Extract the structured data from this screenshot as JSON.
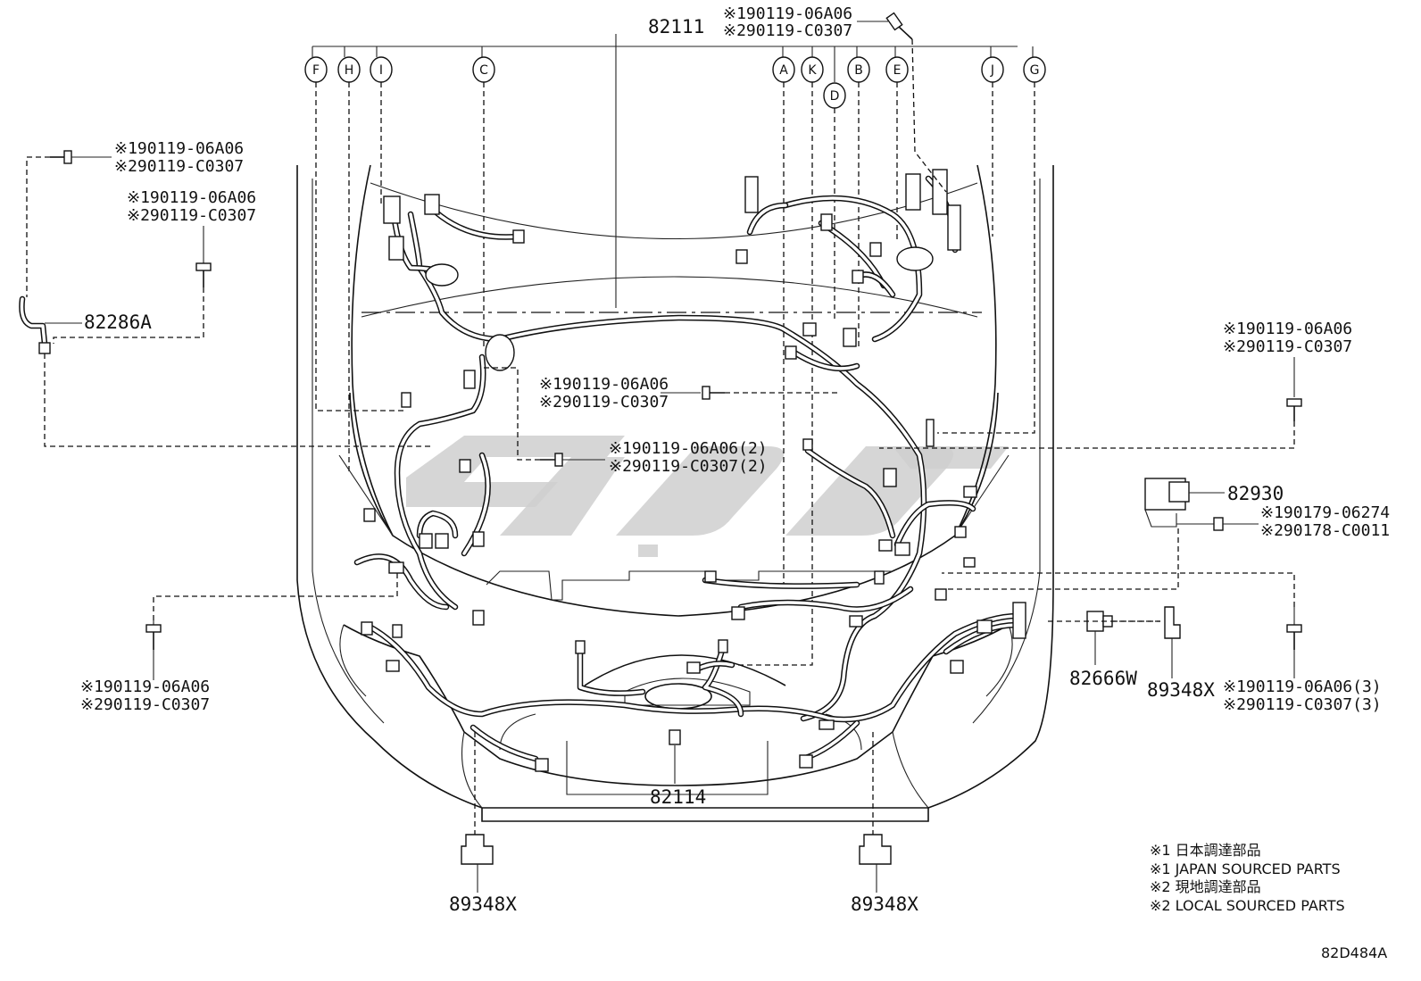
{
  "diagram": {
    "main_part": "82111",
    "callouts": [
      "F",
      "H",
      "I",
      "C",
      "A",
      "K",
      "D",
      "B",
      "E",
      "J",
      "G"
    ],
    "parts": {
      "front_harness": "82114",
      "bracket": "82286A",
      "relay_block": "82930",
      "clip_right": "82666W",
      "clamp_right": "89348X",
      "clamp_left_bottom": "89348X",
      "clamp_right_bottom": "89348X"
    },
    "bolts": {
      "top": [
        "※190119-06A06",
        "※290119-C0307"
      ],
      "left_upper": [
        "※190119-06A06",
        "※290119-C0307"
      ],
      "left_mid": [
        "※190119-06A06",
        "※290119-C0307"
      ],
      "center_upper": [
        "※190119-06A06",
        "※290119-C0307"
      ],
      "center_lower": [
        "※190119-06A06(2)",
        "※290119-C0307(2)"
      ],
      "right_upper": [
        "※190119-06A06",
        "※290119-C0307"
      ],
      "relay_bolt": [
        "※190179-06274",
        "※290178-C0011"
      ],
      "left_lower": [
        "※190119-06A06",
        "※290119-C0307"
      ],
      "right_lower": [
        "※190119-06A06(3)",
        "※290119-C0307(3)"
      ]
    },
    "legend": [
      "※1 日本調達部品",
      "※1 JAPAN SOURCED PARTS",
      "※2 現地調達部品",
      "※2 LOCAL SOURCED PARTS"
    ],
    "diagram_code": "82D484A"
  }
}
